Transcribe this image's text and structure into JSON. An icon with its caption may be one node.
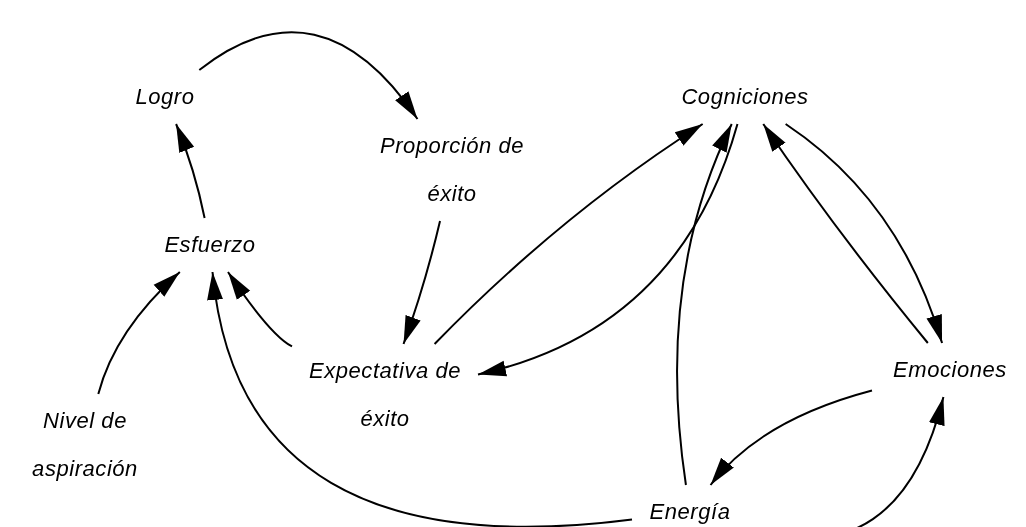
{
  "diagram": {
    "nodes": [
      {
        "text": [
          "Logro"
        ]
      },
      {
        "text": [
          "Proporción de éxito"
        ]
      },
      {
        "text": [
          "Esfuerzo"
        ]
      },
      {
        "text": [
          "Cogniciones"
        ]
      },
      {
        "text": [
          "Expectativa de éxito"
        ]
      },
      {
        "text": [
          "Emociones"
        ]
      },
      {
        "text": [
          "Nivel de aspiración"
        ]
      },
      {
        "text": [
          "Energía"
        ]
      }
    ],
    "edges": [
      {
        "from": 0,
        "to": 1,
        "arrow": "to"
      },
      {
        "from": 1,
        "to": 4,
        "arrow": "to"
      },
      {
        "from": 4,
        "to": 3,
        "arrow": "to"
      },
      {
        "from": 3,
        "to": 4,
        "arrow": "to"
      },
      {
        "from": 2,
        "to": 0,
        "arrow": "to"
      },
      {
        "from": 6,
        "to": 2,
        "arrow": "to"
      },
      {
        "from": 4,
        "to": 2,
        "arrow": "to"
      },
      {
        "from": 7,
        "to": 2,
        "arrow": "to"
      },
      {
        "from": 7,
        "to": 3,
        "arrow": "to"
      },
      {
        "from": 3,
        "to": 5,
        "arrow": "to"
      },
      {
        "from": 5,
        "to": 3,
        "arrow": "to"
      },
      {
        "from": 5,
        "to": 7,
        "arrow": "to"
      },
      {
        "from": 7,
        "to": 5,
        "arrow": "to"
      }
    ]
  }
}
